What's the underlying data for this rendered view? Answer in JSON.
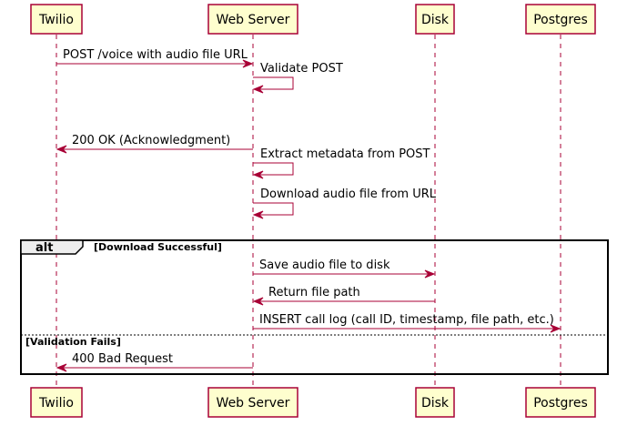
{
  "participants": [
    {
      "id": "twilio",
      "label": "Twilio"
    },
    {
      "id": "web-server",
      "label": "Web Server"
    },
    {
      "id": "disk",
      "label": "Disk"
    },
    {
      "id": "postgres",
      "label": "Postgres"
    }
  ],
  "messages": [
    {
      "from": "twilio",
      "to": "web-server",
      "label": "POST /voice with audio file URL"
    },
    {
      "from": "web-server",
      "to": "web-server",
      "label": "Validate POST"
    },
    {
      "from": "web-server",
      "to": "twilio",
      "label": "200 OK (Acknowledgment)"
    },
    {
      "from": "web-server",
      "to": "web-server",
      "label": "Extract metadata from POST"
    },
    {
      "from": "web-server",
      "to": "web-server",
      "label": "Download audio file from URL"
    },
    {
      "from": "web-server",
      "to": "disk",
      "label": "Save audio file to disk"
    },
    {
      "from": "disk",
      "to": "web-server",
      "label": "Return file path"
    },
    {
      "from": "web-server",
      "to": "postgres",
      "label": "INSERT call log (call ID, timestamp, file path, etc.)"
    },
    {
      "from": "web-server",
      "to": "twilio",
      "label": "400 Bad Request"
    }
  ],
  "alt_frame": {
    "keyword": "alt",
    "guard": "[Download Successful]",
    "else_guard": "[Validation Fails]"
  },
  "colors": {
    "participant_fill": "#FEFECE",
    "participant_border": "#A80036",
    "line": "#A80036",
    "frame_tab": "#EEEEEE"
  }
}
